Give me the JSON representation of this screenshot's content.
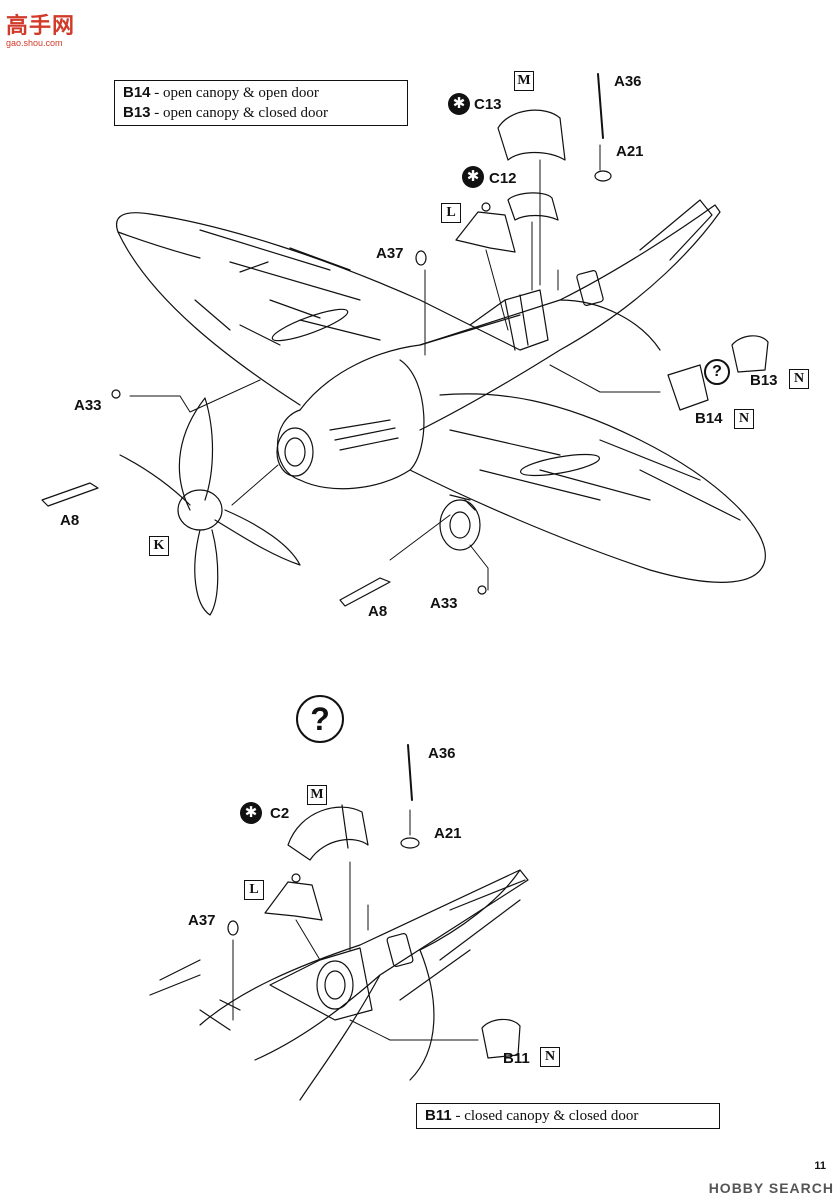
{
  "watermark_top": {
    "chars": "高手网",
    "site": "gao.shou.com"
  },
  "watermark_bottom": "HOBBY SEARCH",
  "page_number": "11",
  "top": {
    "legend": [
      {
        "code": "B14",
        "text": "- open canopy & open door"
      },
      {
        "code": "B13",
        "text": "- open canopy & closed door"
      }
    ],
    "labels": {
      "c13": "C13",
      "c12": "C12",
      "a36": "A36",
      "a21": "A21",
      "a37": "A37",
      "a33_left": "A33",
      "a33_bottom": "A33",
      "a8_left": "A8",
      "a8_bottom": "A8",
      "b13": "B13",
      "b14": "B14"
    },
    "sets": {
      "m": "M",
      "l": "L",
      "k": "K",
      "n1": "N",
      "n2": "N"
    },
    "optional_mark": "?"
  },
  "bottom": {
    "question": "?",
    "labels": {
      "a36": "A36",
      "a21": "A21",
      "c2": "C2",
      "a37": "A37",
      "b11": "B11"
    },
    "sets": {
      "m": "M",
      "l": "L",
      "n": "N"
    },
    "legend": {
      "code": "B11",
      "text": "- closed canopy & closed door"
    }
  },
  "glyphs": {
    "clear_part_icon": "✱"
  }
}
